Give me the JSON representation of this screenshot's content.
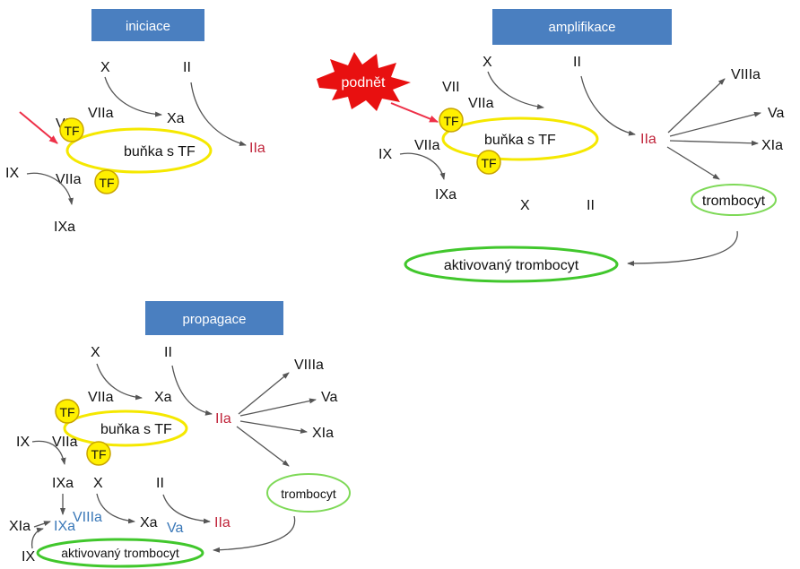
{
  "panels": {
    "iniciace": {
      "header": "iniciace",
      "X": "X",
      "II": "II",
      "VII": "VII",
      "VIIa_top": "VIIa",
      "Xa": "Xa",
      "IIa": "IIa",
      "cell": "buňka s TF",
      "TF1": "TF",
      "TF2": "TF",
      "IX": "IX",
      "VIIa_bottom": "VIIa",
      "IXa": "IXa"
    },
    "amplifikace": {
      "header": "amplifikace",
      "stimulus": "podnět",
      "X_top": "X",
      "II_top": "II",
      "VII": "VII",
      "VIIa_top": "VIIa",
      "TF1": "TF",
      "TF2": "TF",
      "cell": "buňka s TF",
      "IIa": "IIa",
      "VIIIa": "VIIIa",
      "Va": "Va",
      "XIa": "XIa",
      "platelet": "trombocyt",
      "IX": "IX",
      "VIIa_mid": "VIIa",
      "IXa": "IXa",
      "X_bottom": "X",
      "II_bottom": "II",
      "activated_platelet": "aktivovaný trombocyt"
    },
    "propagace": {
      "header": "propagace",
      "X_top": "X",
      "II_top": "II",
      "VIIa_top": "VIIa",
      "Xa_top": "Xa",
      "TF1": "TF",
      "TF2": "TF",
      "cell": "buňka s TF",
      "IIa_top": "IIa",
      "VIIIa_top": "VIIIa",
      "Va_top": "Va",
      "XIa_top": "XIa",
      "platelet": "trombocyt",
      "IX_top": "IX",
      "VIIa_mid": "VIIa",
      "IXa": "IXa",
      "X_mid": "X",
      "II_mid": "II",
      "XIa_bottom": "XIa",
      "IXa_blue": "IXa",
      "VIIIa_blue": "VIIIa",
      "Xa_bottom": "Xa",
      "Va_blue": "Va",
      "IIa_bottom": "IIa",
      "IX_bottom": "IX",
      "activated_platelet": "aktivovaný trombocyt"
    }
  },
  "colors": {
    "header_bg": "#4a7fc0",
    "factor_red": "#c0243a",
    "factor_blue": "#3a78b8",
    "cell_outline": "#f5e800",
    "tf_fill": "#fff000",
    "tf_outline": "#c8a400",
    "platelet_outline": "#7ed957",
    "activated_outline": "#41c72c",
    "stimulus_red": "#e81010",
    "stimulus_arrow": "#ee3048",
    "arrow_gray": "#555555"
  }
}
